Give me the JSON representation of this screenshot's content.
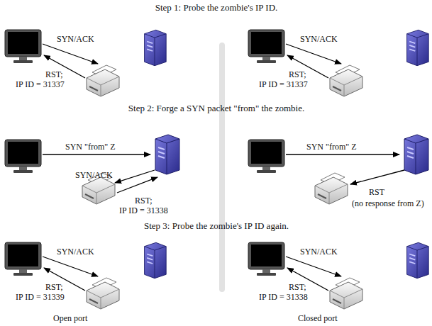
{
  "diagram": {
    "labels": [
      "Step 1: Probe the zombie's IP ID.",
      "SYN/ACK",
      "RST;",
      "IP ID = 31337",
      "SYN/ACK",
      "RST;",
      "IP ID = 31337",
      "Step 2: Forge a SYN packet \"from\" the zombie.",
      "SYN \"from\" Z",
      "SYN/ACK",
      "RST;",
      "IP ID = 31338",
      "SYN \"from\" Z",
      "RST",
      "(no response from Z)",
      "Step 3: Probe the zombie's IP ID again.",
      "SYN/ACK",
      "RST;",
      "IP ID = 31339",
      "SYN/ACK",
      "RST;",
      "IP ID = 31338",
      "Open port",
      "Closed port"
    ]
  }
}
